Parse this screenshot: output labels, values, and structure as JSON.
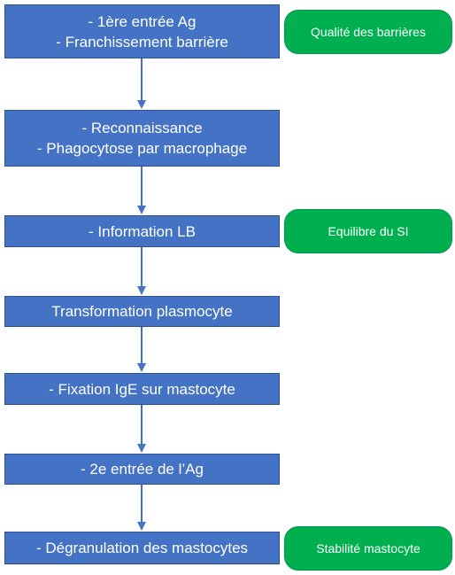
{
  "steps": [
    {
      "lines": [
        "- 1ère entrée Ag",
        "- Franchissement barrière"
      ]
    },
    {
      "lines": [
        "- Reconnaissance",
        "- Phagocytose par macrophage"
      ]
    },
    {
      "lines": [
        "- Information LB"
      ]
    },
    {
      "lines": [
        "Transformation plasmocyte"
      ]
    },
    {
      "lines": [
        "- Fixation IgE sur mastocyte"
      ]
    },
    {
      "lines": [
        "- 2e entrée de l’Ag"
      ]
    },
    {
      "lines": [
        "- Dégranulation des mastocytes"
      ]
    }
  ],
  "notes": [
    {
      "label": "Qualité des barrières"
    },
    {
      "label": "Equilibre du SI"
    },
    {
      "label": "Stabilité mastocyte"
    }
  ],
  "colors": {
    "step_fill": "#4472C4",
    "note_fill": "#00B050",
    "arrow": "#4472C4"
  }
}
